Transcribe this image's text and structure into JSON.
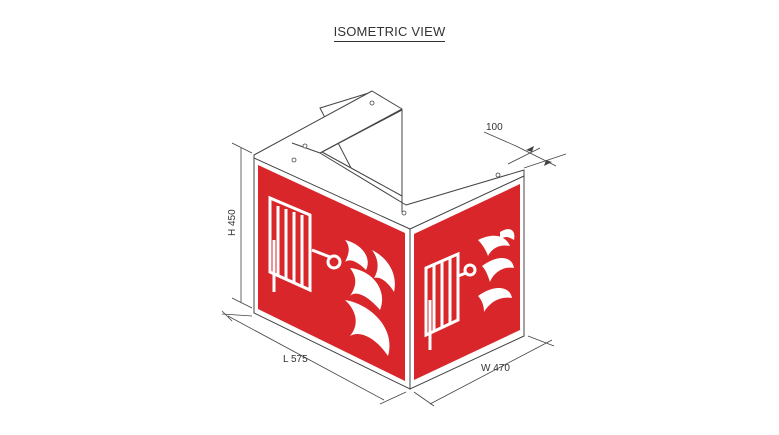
{
  "title": "ISOMETRIC VIEW",
  "dimensions": {
    "height": "H 450",
    "length": "L 575",
    "width": "W 470",
    "depth": "100"
  },
  "colors": {
    "sign_red": "#d9262a",
    "sign_border": "#f4f4f4",
    "frame_fill": "#ffffff",
    "line": "#444444"
  },
  "icons": [
    "fire-hose-reel-icon",
    "flame-icon"
  ]
}
